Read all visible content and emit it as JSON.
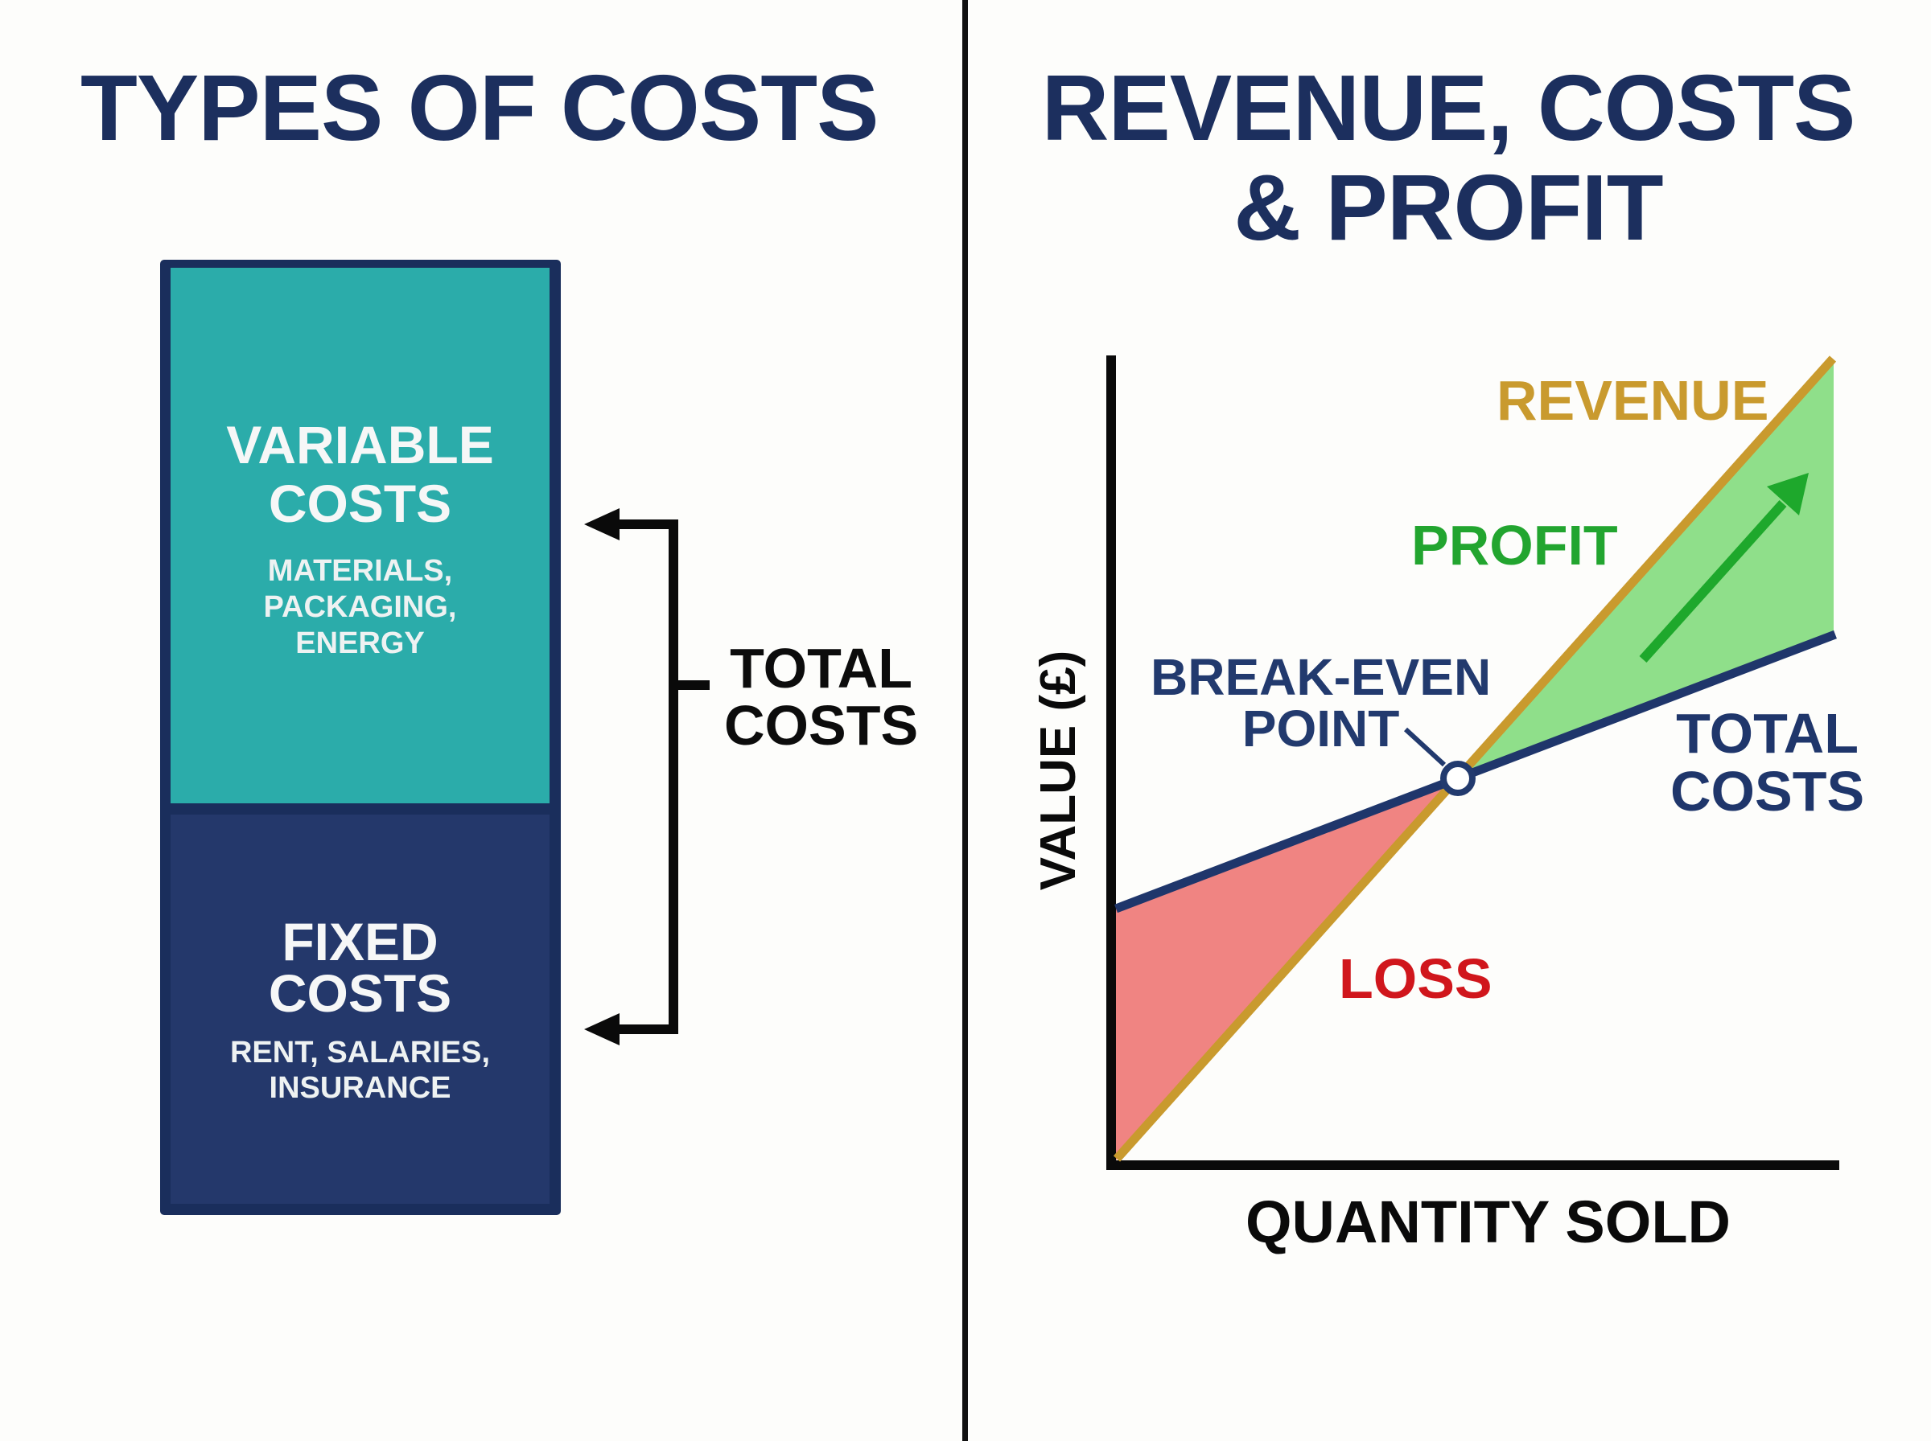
{
  "left_panel": {
    "title": "TYPES OF COSTS",
    "variable_block": {
      "title_line1": "VARIABLE",
      "title_line2": "COSTS",
      "examples": [
        "MATERIALS,",
        "PACKAGING,",
        "ENERGY"
      ],
      "color": "#2bacaa"
    },
    "fixed_block": {
      "title_line1": "FIXED",
      "title_line2": "COSTS",
      "examples": [
        "RENT, SALARIES,",
        "INSURANCE"
      ],
      "color": "#24386b"
    },
    "bracket_label": [
      "TOTAL",
      "COSTS"
    ],
    "icons": {
      "bracket": "bracket-arrows-icon"
    }
  },
  "right_panel": {
    "title_line1": "REVENUE, COSTS",
    "title_line2": "& PROFIT"
  },
  "chart_data": {
    "type": "line",
    "title": "REVENUE, COSTS & PROFIT",
    "xlabel": "QUANTITY SOLD",
    "ylabel": "VALUE (£)",
    "grid": false,
    "x": [
      0,
      0.5,
      1.0
    ],
    "series": [
      {
        "name": "REVENUE",
        "color": "#c99a2e",
        "values": [
          0,
          0.5,
          1.0
        ]
      },
      {
        "name": "TOTAL COSTS",
        "color": "#1f366b",
        "values": [
          0.31,
          0.5,
          0.66
        ]
      }
    ],
    "annotations": [
      {
        "text": "BREAK-EVEN POINT",
        "x": 0.5,
        "y": 0.5,
        "color": "#223a6e"
      },
      {
        "text": "PROFIT",
        "region": "revenue above total costs (right of break-even)",
        "fill": "#8fdf8a",
        "color": "#22a52f"
      },
      {
        "text": "LOSS",
        "region": "total costs above revenue (left of break-even)",
        "fill": "#f08482",
        "color": "#d0161c"
      }
    ],
    "axis_ranges": {
      "x": [
        0,
        1
      ],
      "y": [
        0,
        1
      ]
    },
    "tick_labels": {
      "x": [],
      "y": []
    }
  },
  "chart_labels": {
    "revenue": "REVENUE",
    "profit": "PROFIT",
    "breakeven_line1": "BREAK-EVEN",
    "breakeven_line2": "POINT",
    "total_costs_line1": "TOTAL",
    "total_costs_line2": "COSTS",
    "loss": "LOSS",
    "x_axis": "QUANTITY SOLD",
    "y_axis": "VALUE (£)"
  },
  "colors": {
    "title": "#1c2f5e",
    "revenue": "#c99a2e",
    "total_costs": "#1f366b",
    "profit_fill": "#8fdf8a",
    "profit_text": "#22a52f",
    "loss_fill": "#f08482",
    "loss_text": "#d0161c",
    "axis": "#0a0a0a"
  }
}
